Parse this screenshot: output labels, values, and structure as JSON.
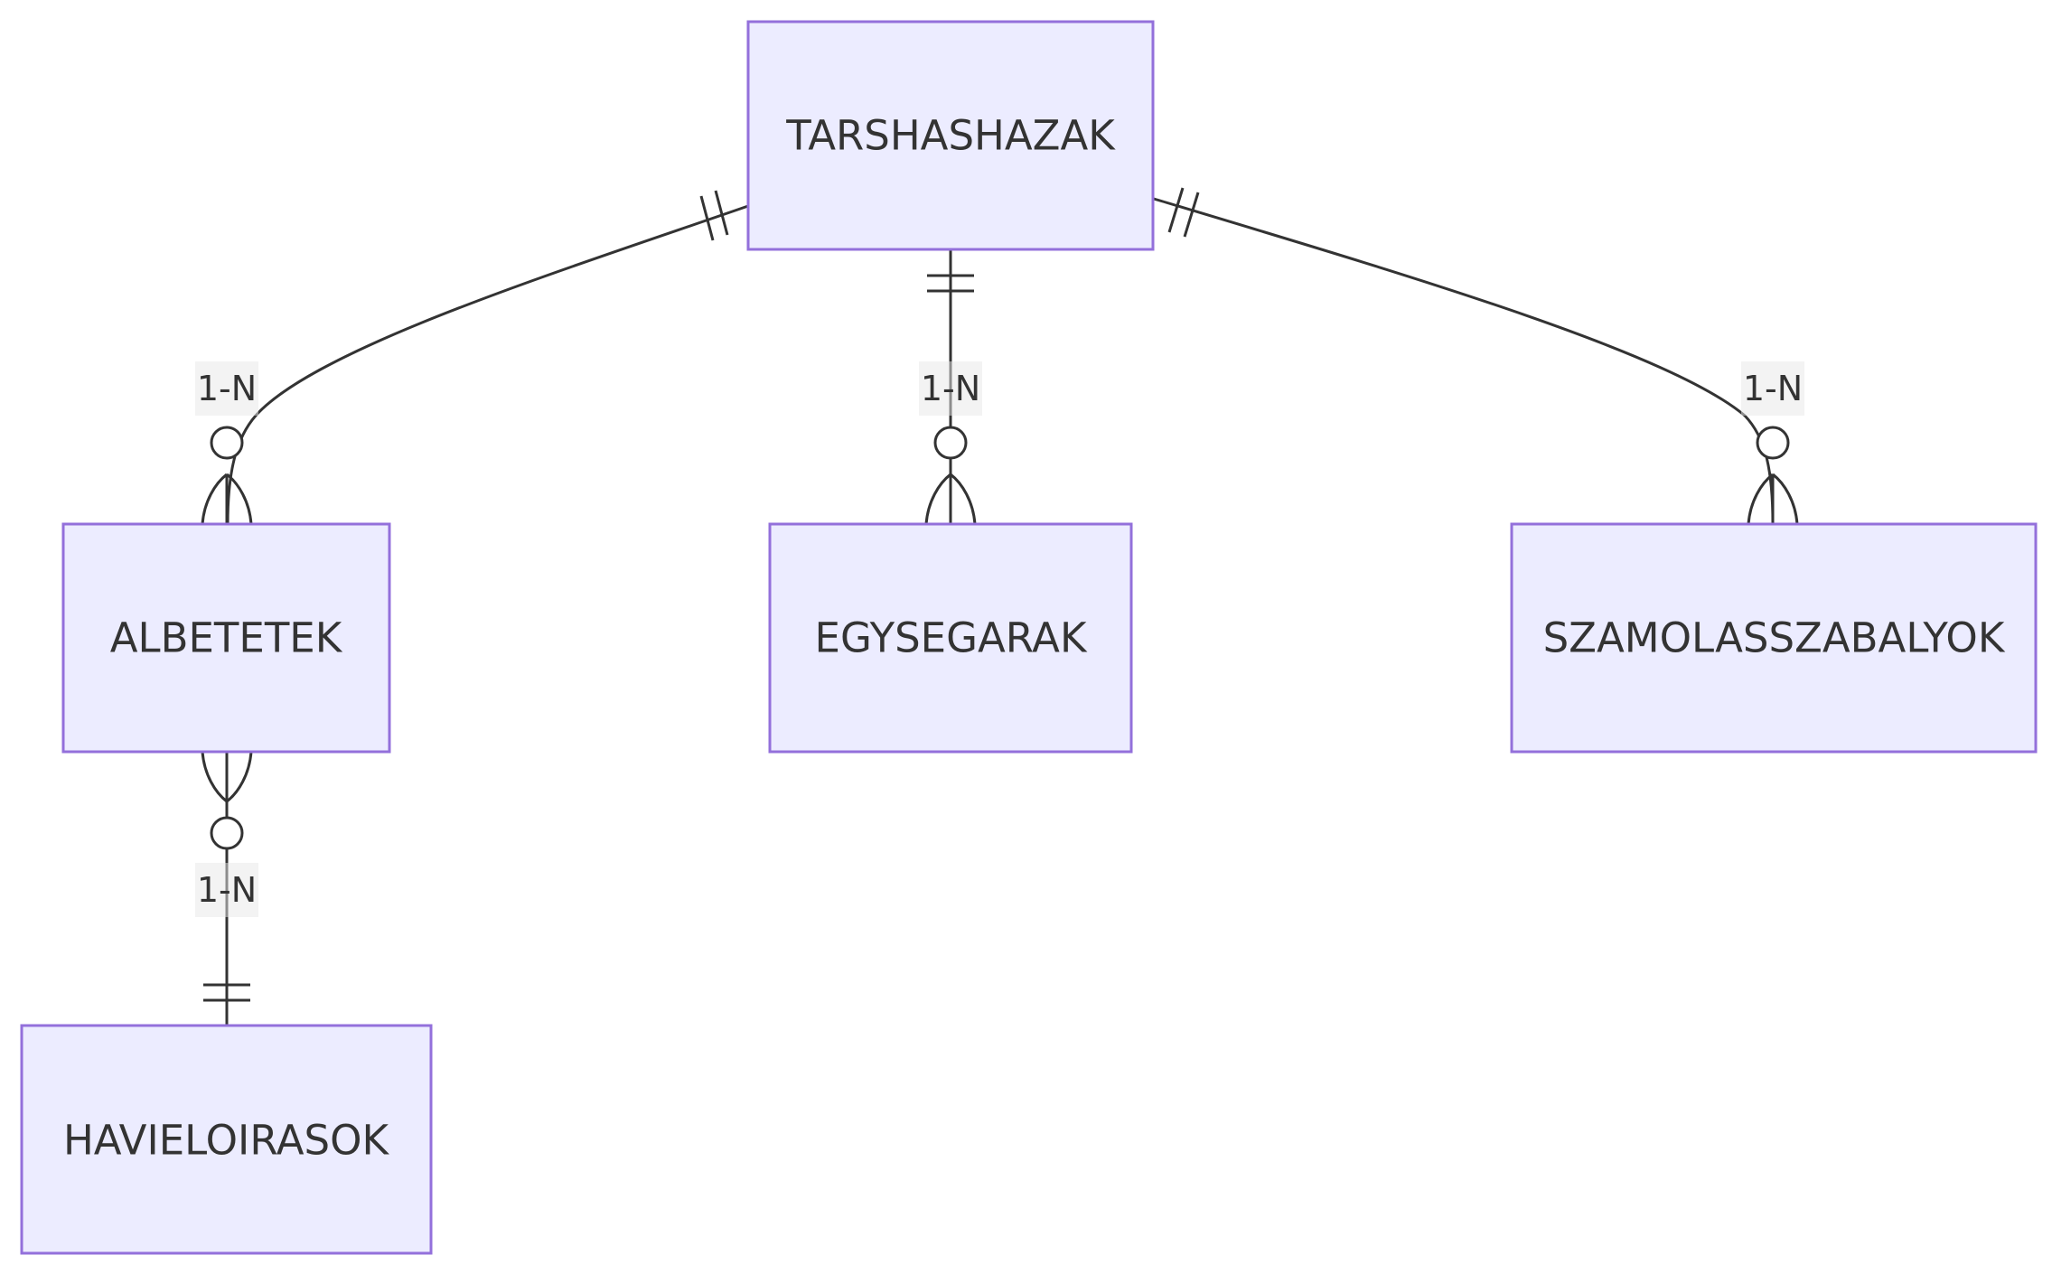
{
  "entities": {
    "tarshashazak": "TARSHASHAZAK",
    "albetetek": "ALBETETEK",
    "egysegarak": "EGYSEGARAK",
    "szamolasszabalyok": "SZAMOLASSZABALYOK",
    "havieloirasok": "HAVIELOIRASOK"
  },
  "relationships": {
    "tarshashazak_albetetek": "1-N",
    "tarshashazak_egysegarak": "1-N",
    "tarshashazak_szamolasszabalyok": "1-N",
    "albetetek_havieloirasok": "1-N"
  },
  "colors": {
    "entity_fill": "#ececff",
    "entity_stroke": "#9370db",
    "line": "#333333",
    "text": "#333333"
  }
}
